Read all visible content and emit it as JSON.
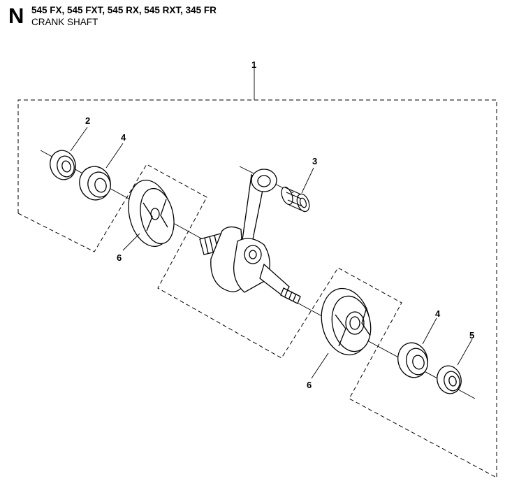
{
  "header": {
    "section_letter": "N",
    "models": "545 FX, 545 FXT, 545 RX, 545 RXT, 345 FR",
    "title": "CRANK SHAFT"
  },
  "callouts": {
    "assembly": "1",
    "seal_left": "2",
    "needle_bearing": "3",
    "bearing_left": "4",
    "bearing_right": "4",
    "seal_right": "5",
    "shim_left": "6",
    "shim_right": "6"
  }
}
